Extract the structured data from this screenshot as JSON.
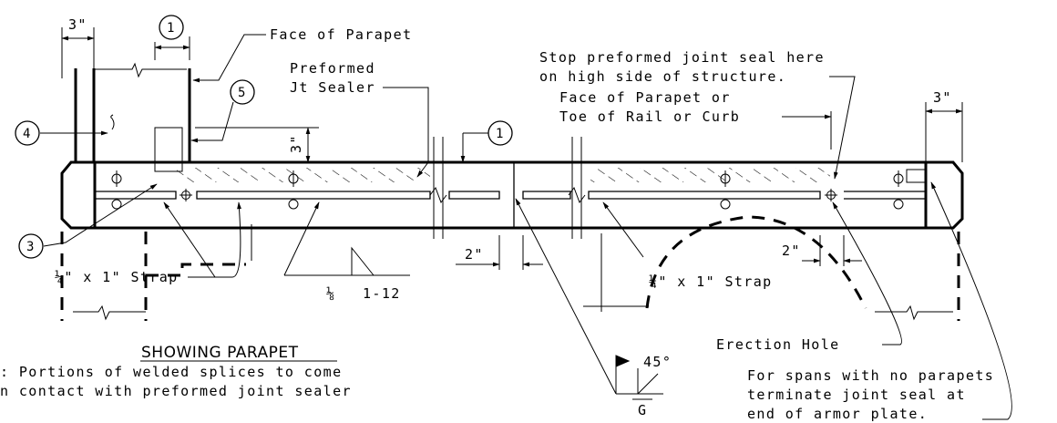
{
  "labels": {
    "face_of_parapet": "Face of Parapet",
    "preformed_1": "Preformed",
    "preformed_2": "Jt Sealer",
    "stop_seal_1": "Stop preformed joint seal here",
    "stop_seal_2": "on high side of structure.",
    "face_or_toe_1": "Face of Parapet or",
    "face_or_toe_2": "Toe of Rail or Curb",
    "dim_3in_left": "3\"",
    "dim_3in_right": "3\"",
    "dim_3in_vertical": "3\"",
    "dim_2in_left": "2\"",
    "dim_2in_right": "2\"",
    "strap_left": "¼\" x 1\" Strap",
    "strap_right": "¼\" x 1\" Strap",
    "weld_size": "⅛",
    "weld_length": "1-12",
    "weld_angle": "45°",
    "weld_grind": "G",
    "erection_hole": "Erection Hole",
    "spans_note_1": "For spans with no parapets",
    "spans_note_2": "terminate joint seal at",
    "spans_note_3": "end of armor plate.",
    "section_title": "SHOWING PARAPET",
    "note_1": ": Portions of welded splices to come",
    "note_2": "n contact with preformed joint sealer"
  },
  "bubbles": [
    "1",
    "5",
    "4",
    "1",
    "3"
  ]
}
